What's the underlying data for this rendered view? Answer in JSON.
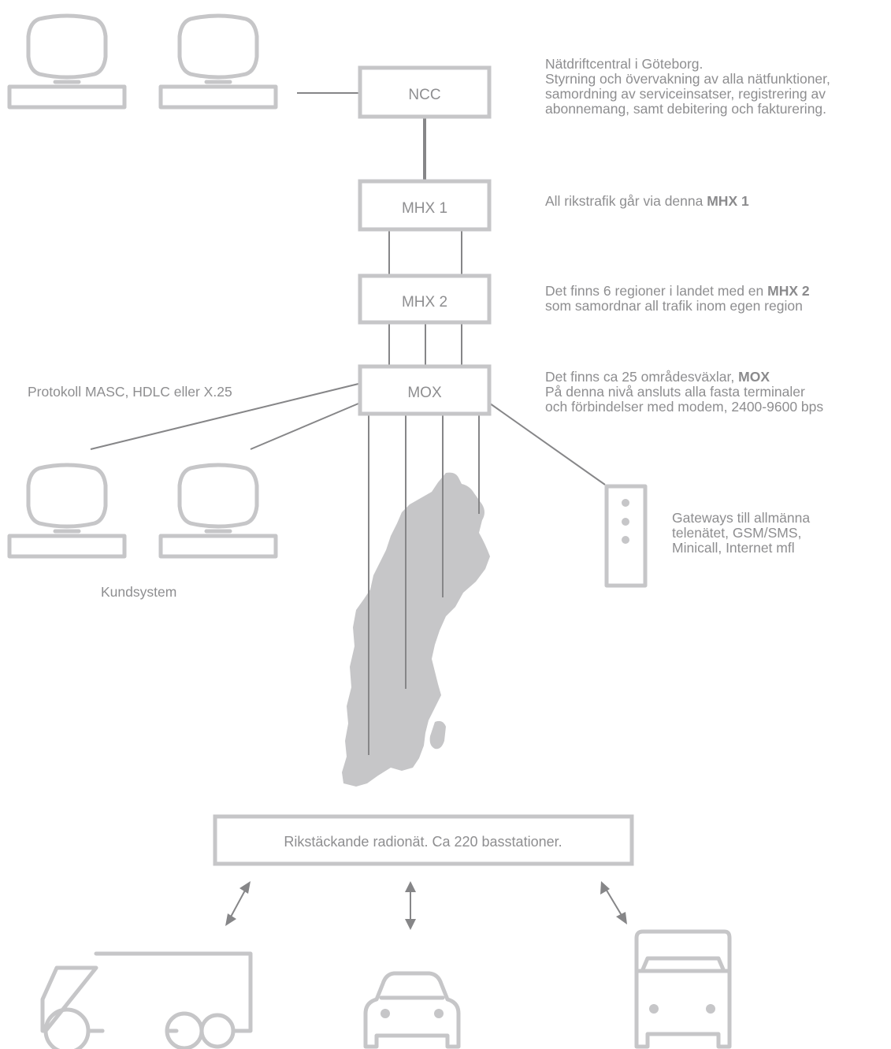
{
  "nodes": {
    "ncc": "NCC",
    "mhx1": "MHX 1",
    "mhx2": "MHX 2",
    "mox": "MOX",
    "radionet": "Rikstäckande radionät. Ca 220 basstationer."
  },
  "notes": {
    "ncc_lines": [
      "Nätdriftcentral i Göteborg.",
      "Styrning och övervakning av alla nätfunktioner,",
      "samordning av serviceinsatser, registrering av",
      "abonnemang, samt debitering och fakturering."
    ],
    "mhx1_prefix": "All rikstrafik går via denna ",
    "mhx1_bold": "MHX 1",
    "mhx2_line1_prefix": "Det finns 6 regioner i landet med en ",
    "mhx2_line1_bold": "MHX 2",
    "mhx2_line2": "som samordnar all trafik inom egen region",
    "mox_line1_prefix": "Det finns ca 25 områdesväxlar, ",
    "mox_line1_bold": "MOX",
    "mox_line2": "På denna nivå ansluts alla fasta terminaler",
    "mox_line3": "och förbindelser med modem, 2400-9600 bps",
    "protocol": "Protokoll MASC, HDLC eller X.25",
    "customer_systems": "Kundsystem",
    "gateway_lines": [
      "Gateways till allmänna",
      "telenätet, GSM/SMS,",
      "Minicall, Internet mfl"
    ]
  },
  "icons": {
    "terminals": "computer-terminal-icon",
    "gateway": "gateway-server-icon",
    "map": "sweden-map-icon",
    "vehicles": [
      "truck-icon",
      "car-icon",
      "van-icon"
    ],
    "arrows": "double-arrow-icon"
  },
  "colors": {
    "shape_gray": "#c6c6c8",
    "line_gray": "#868688",
    "text_gray": "#8e8e90"
  }
}
